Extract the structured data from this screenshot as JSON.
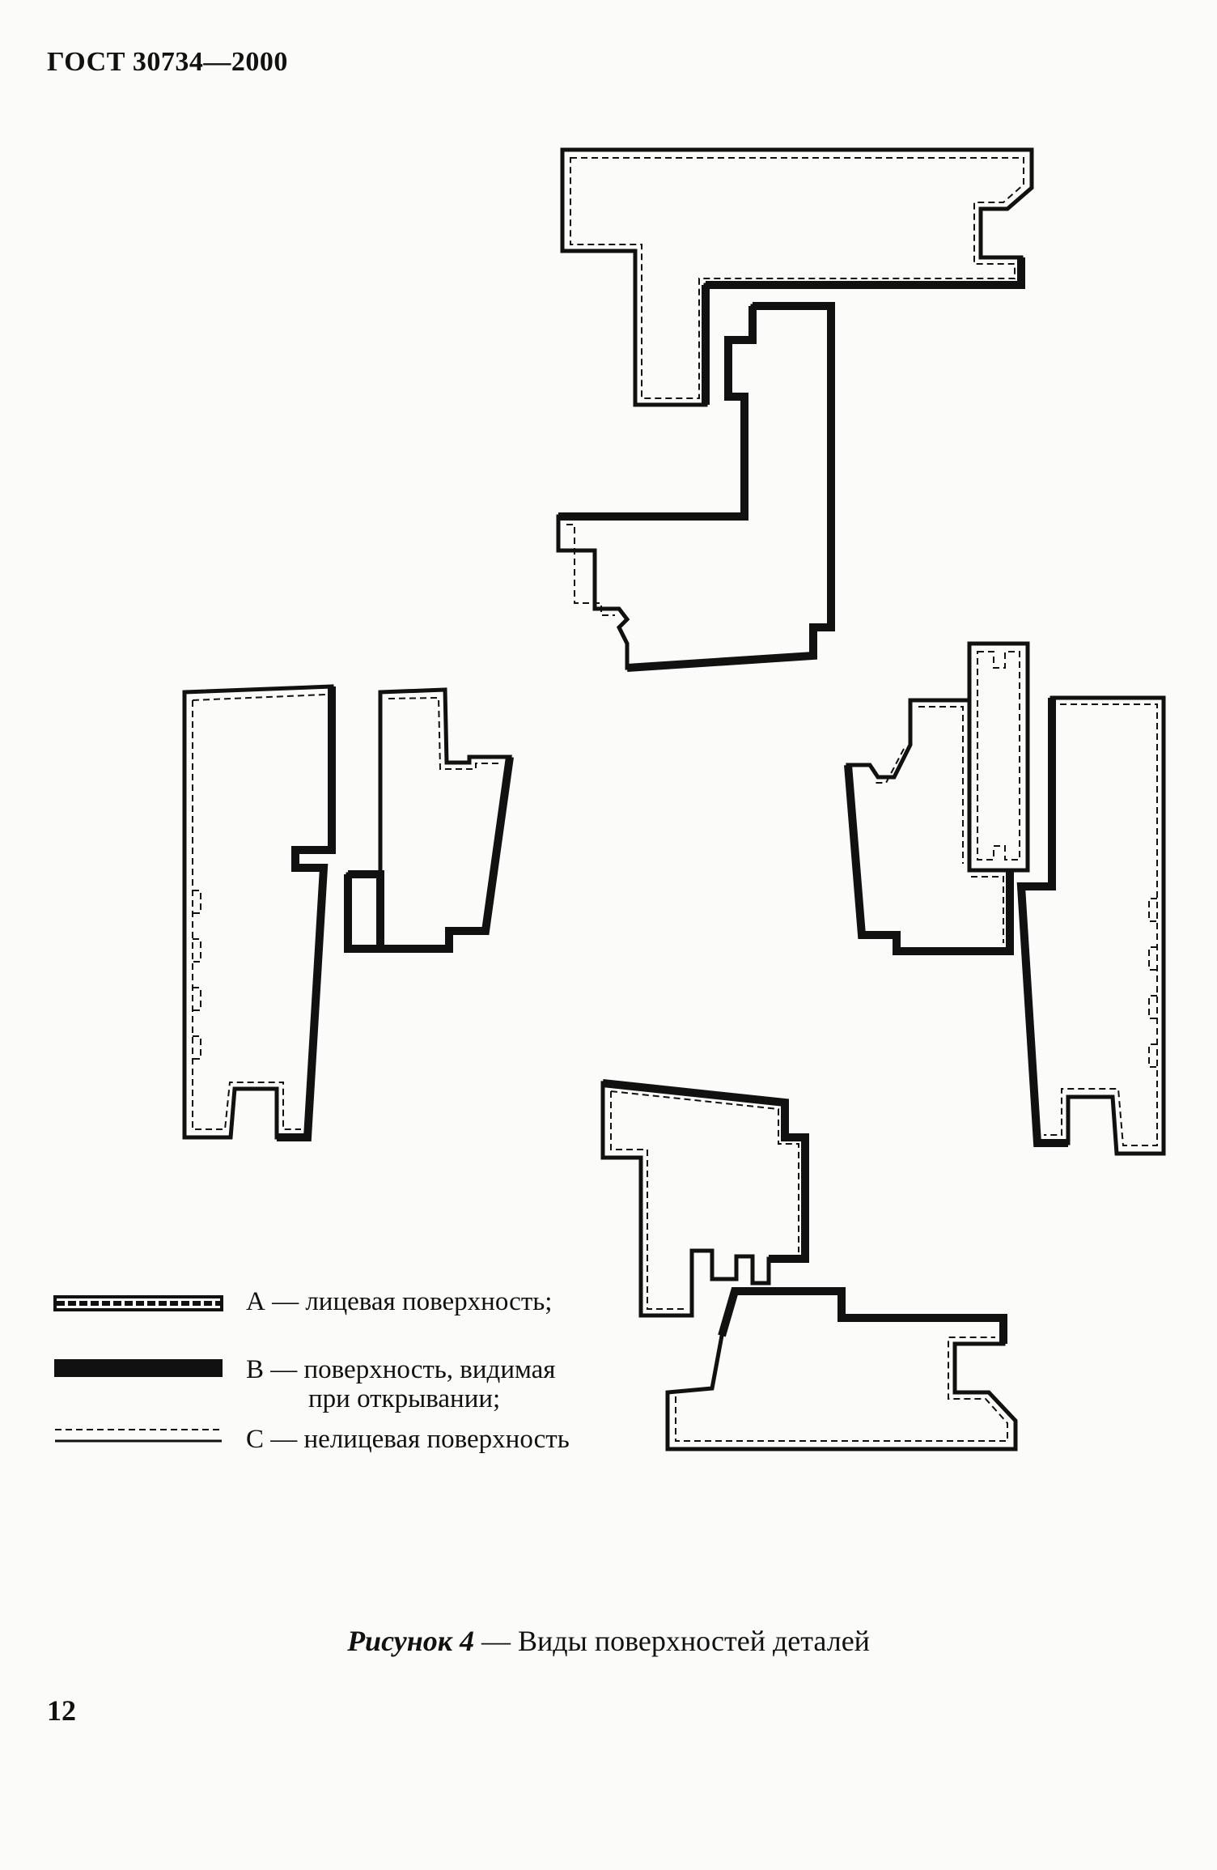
{
  "header": {
    "doc_code": "ГОСТ 30734—2000"
  },
  "legend": {
    "a": "А — лицевая поверхность;",
    "b_line1": "В — поверхность, видимая",
    "b_line2": "при открывании;",
    "c": "С — нелицевая поверхность"
  },
  "caption": {
    "label": "Рисунок 4",
    "text": " — Виды поверхностей деталей"
  },
  "page_number": "12",
  "colors": {
    "ink": "#111111",
    "paper": "#fbfbf9"
  }
}
